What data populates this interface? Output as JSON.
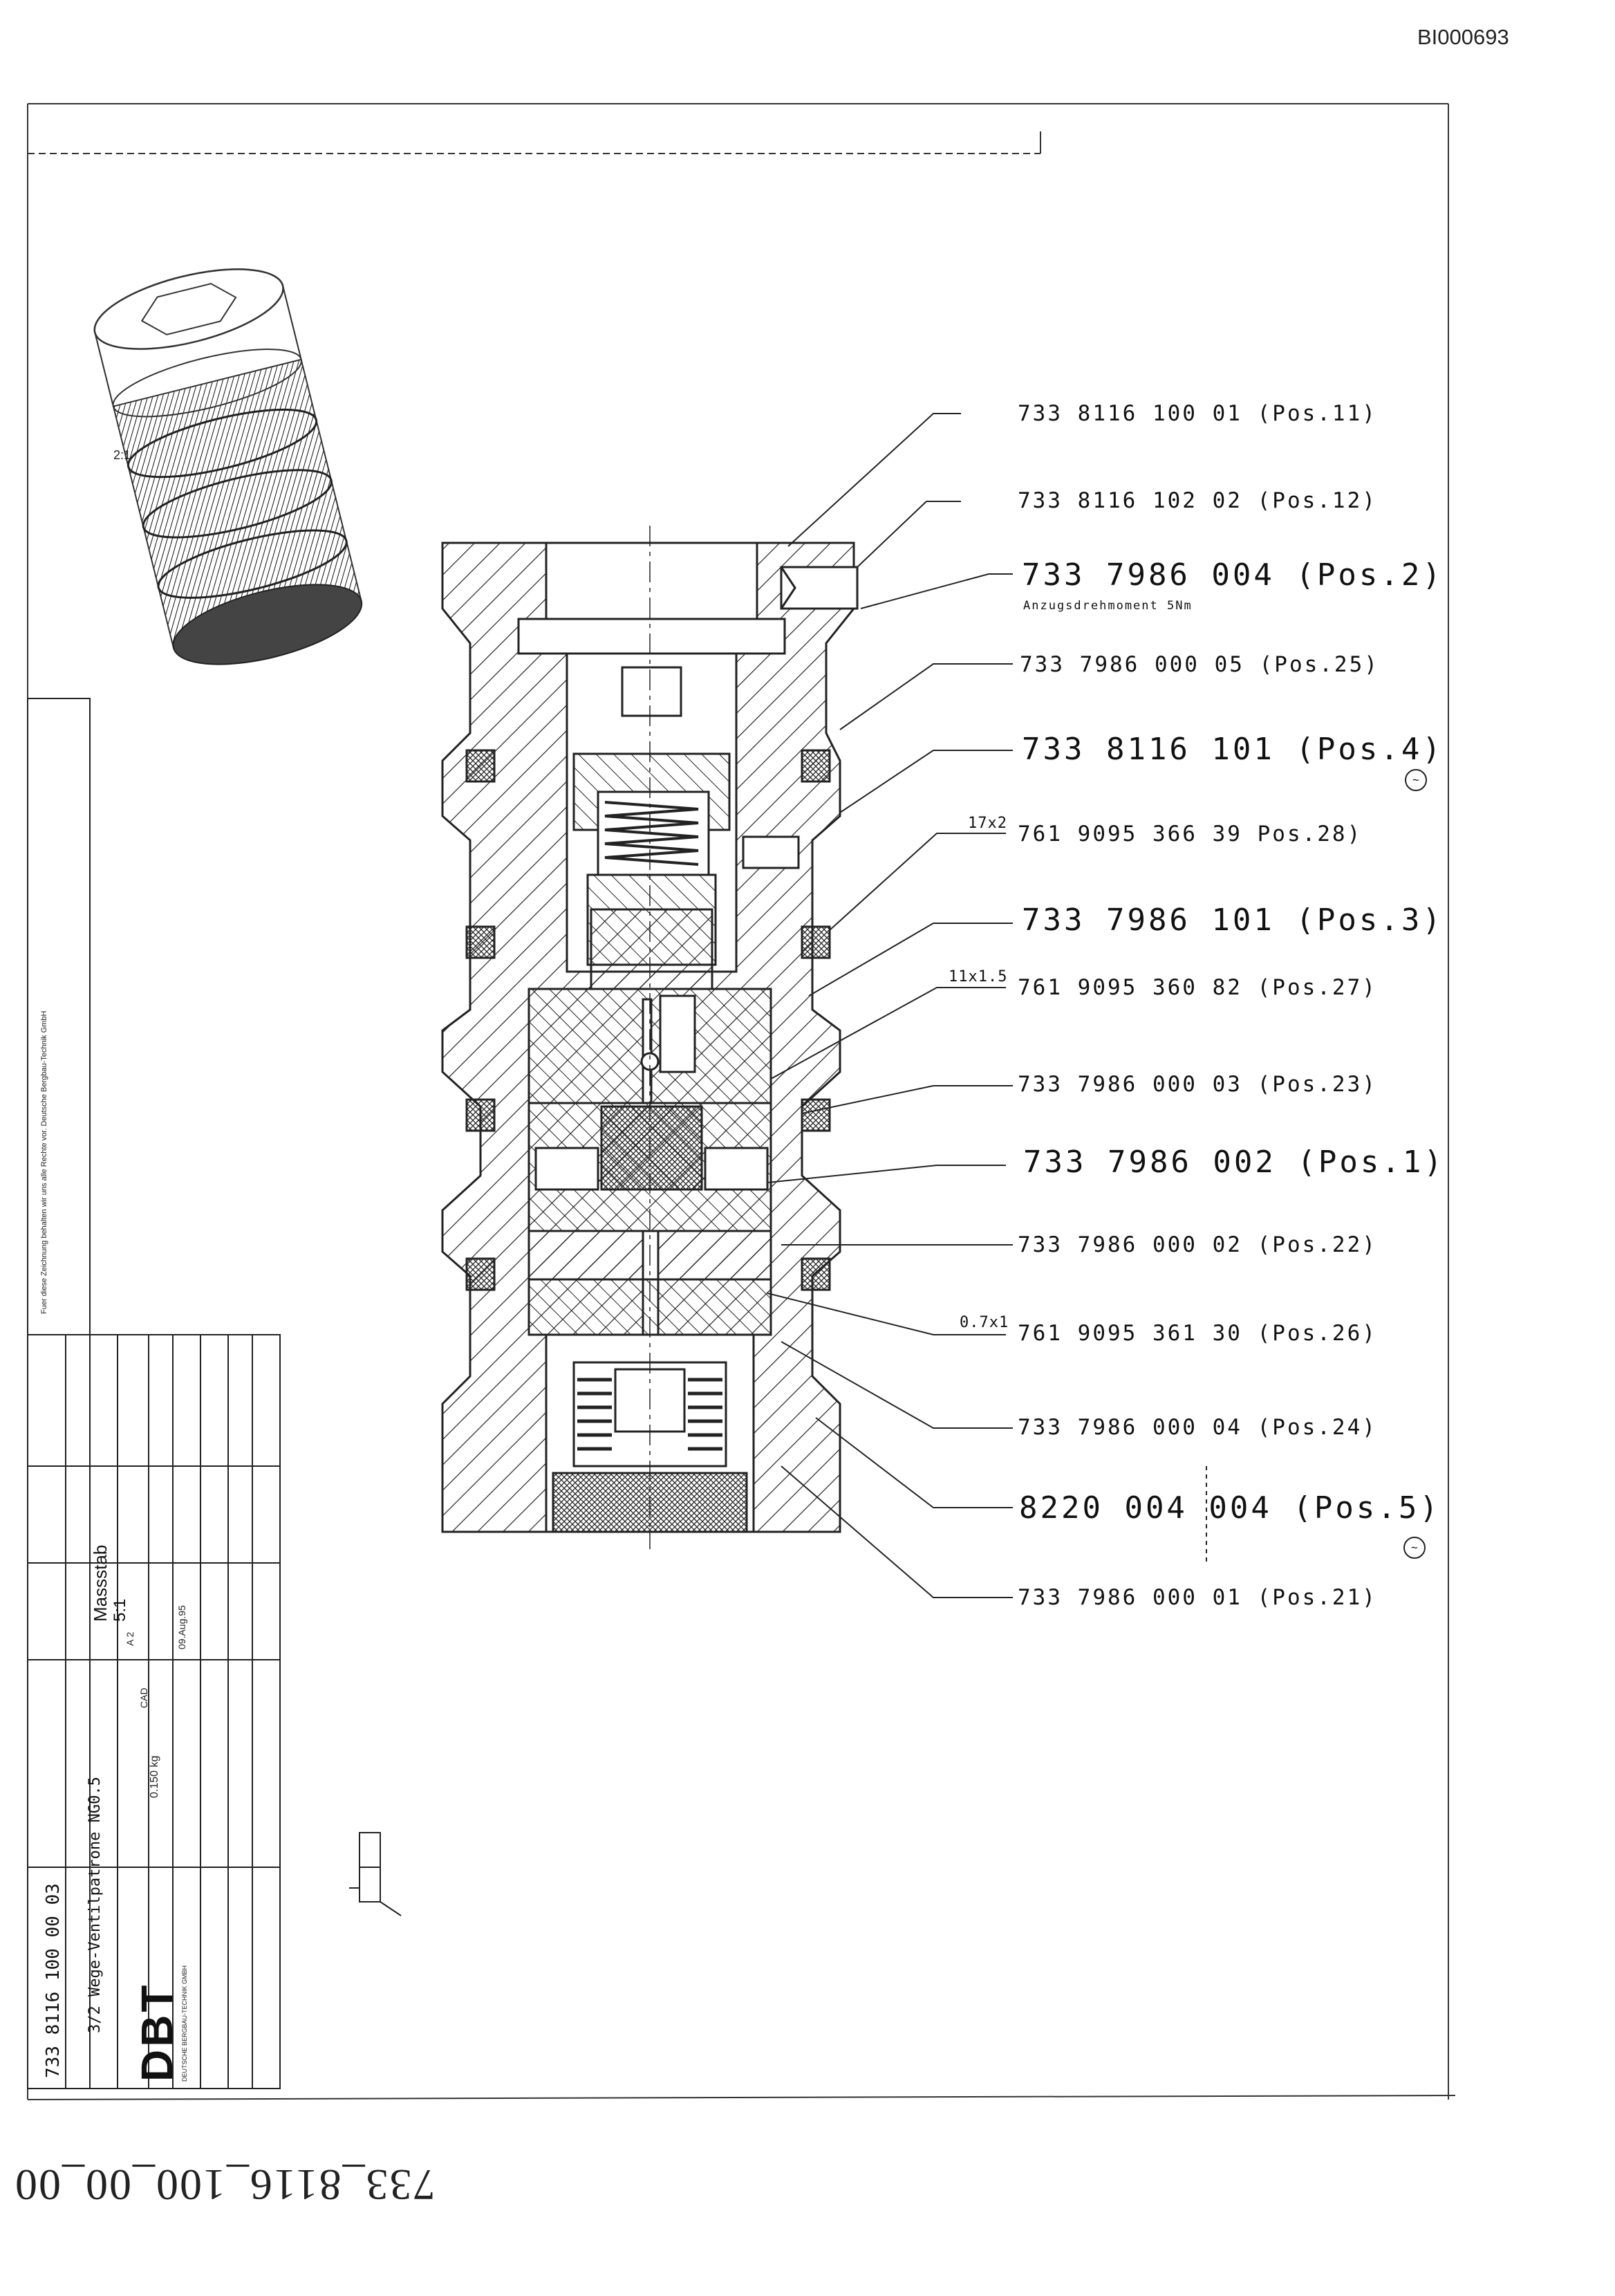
{
  "doc_id": "BI000693",
  "mirrored_number": "733_8116_100_00_00",
  "scale_note": "2:1",
  "callouts": [
    {
      "text": "733 8116 100 01 (Pos.11)",
      "size": "small"
    },
    {
      "text": "733 8116 102 02 (Pos.12)",
      "size": "small"
    },
    {
      "text": "733 7986 004 (Pos.2)",
      "size": "big",
      "note": "Anzugsdrehmoment 5Nm"
    },
    {
      "text": "733 7986 000 05 (Pos.25)",
      "size": "small"
    },
    {
      "text": "733 8116 101 (Pos.4)",
      "size": "big"
    },
    {
      "text": "761 9095 366 39 Pos.28)",
      "size": "small",
      "prefix": "17x2"
    },
    {
      "text": "733 7986 101 (Pos.3)",
      "size": "big"
    },
    {
      "text": "761 9095 360 82 (Pos.27)",
      "size": "small",
      "prefix": "11x1.5"
    },
    {
      "text": "733 7986 000 03 (Pos.23)",
      "size": "small"
    },
    {
      "text": "733 7986 002 (Pos.1)",
      "size": "big"
    },
    {
      "text": "733 7986 000 02 (Pos.22)",
      "size": "small"
    },
    {
      "text": "761 9095 361 30 (Pos.26)",
      "size": "small",
      "prefix": "0.7x1"
    },
    {
      "text": "733 7986 000 04 (Pos.24)",
      "size": "small"
    },
    {
      "text": "8220 004 004 (Pos.5)",
      "size": "big"
    },
    {
      "text": "733 7986 000 01 (Pos.21)",
      "size": "small"
    }
  ],
  "title_block": {
    "company": "DBT",
    "company_sub": "DEUTSCHE BERGBAU-TECHNIK GMBH",
    "title": "3/2 Wege-Ventilpatrone NG0.5",
    "drawing_number": "733 8116 100 00 03",
    "scale_label": "Massstab",
    "scale_value": "5:1",
    "mass": "0.150 kg",
    "cad": "CAD",
    "format": "A 2",
    "date": "09.Aug.95",
    "protection_note": "Fuer diese Zeichnung behalten wir uns alle Rechte vor. Deutsche Bergbau-Technik GmbH"
  }
}
